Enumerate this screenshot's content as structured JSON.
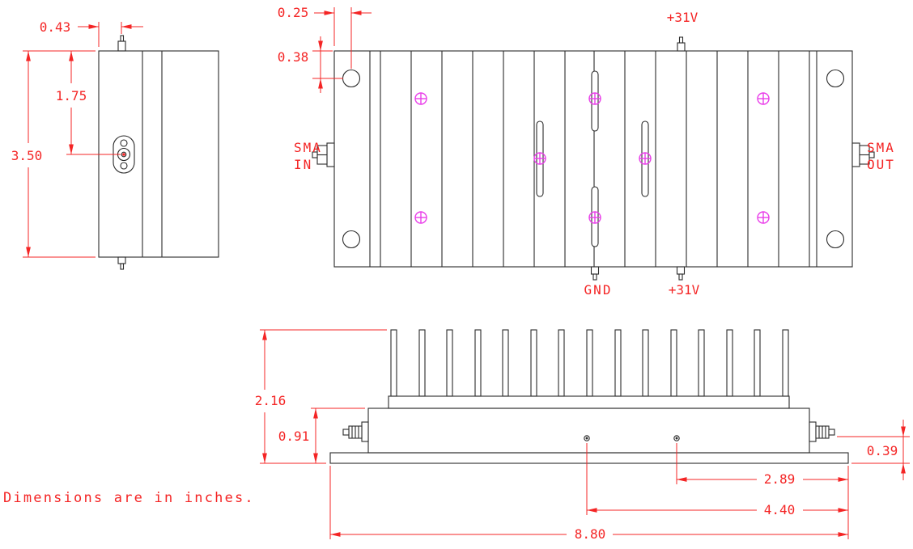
{
  "note": "Dimensions are in inches.",
  "colors": {
    "dimension": "#f42525",
    "outline": "#2b2b2b",
    "screw": "#e93fe9"
  },
  "end_view": {
    "dim_pin_offset": "0.43",
    "dim_connector_from_top": "1.75",
    "dim_height": "3.50"
  },
  "top_view": {
    "dim_hole_offset_x": "0.25",
    "dim_hole_offset_y": "0.38",
    "label_power_top": "+31V",
    "label_sma_in_1": "SMA",
    "label_sma_in_2": "IN",
    "label_sma_out_1": "SMA",
    "label_sma_out_2": "OUT",
    "label_gnd": "GND",
    "label_power_bottom": "+31V"
  },
  "front_view": {
    "dim_total_height": "2.16",
    "dim_body_height": "0.91",
    "dim_connector_height": "0.39",
    "dim_hole_to_edge": "2.89",
    "dim_center_to_edge": "4.40",
    "dim_total_width": "8.80"
  }
}
